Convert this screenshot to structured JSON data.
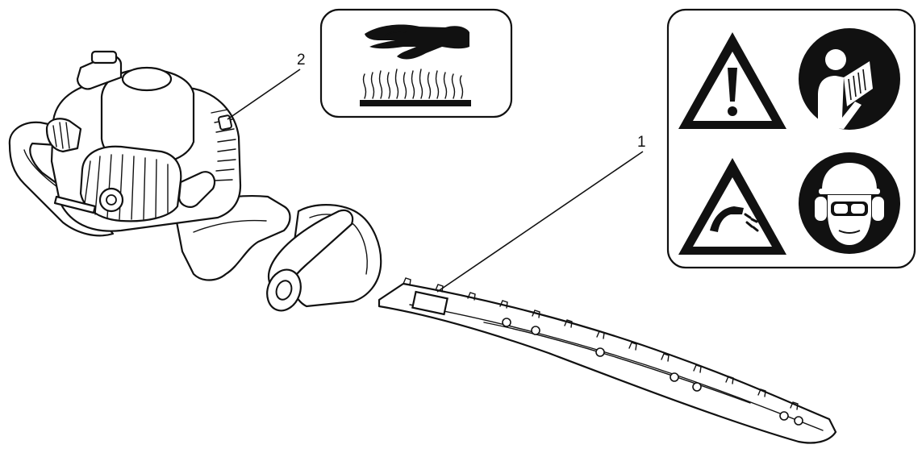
{
  "callouts": [
    {
      "label": "1",
      "target": "blade-decal"
    },
    {
      "label": "2",
      "target": "engine-decal"
    }
  ],
  "hot_surface_panel": {
    "icons": [
      "hand-icon",
      "heat-waves-icon"
    ]
  },
  "safety_panel": {
    "icons": [
      "warning-triangle-icon",
      "read-manual-icon",
      "thrown-objects-warning-icon",
      "wear-protection-icon"
    ]
  },
  "colors": {
    "ink": "#111111",
    "paper": "#ffffff"
  }
}
